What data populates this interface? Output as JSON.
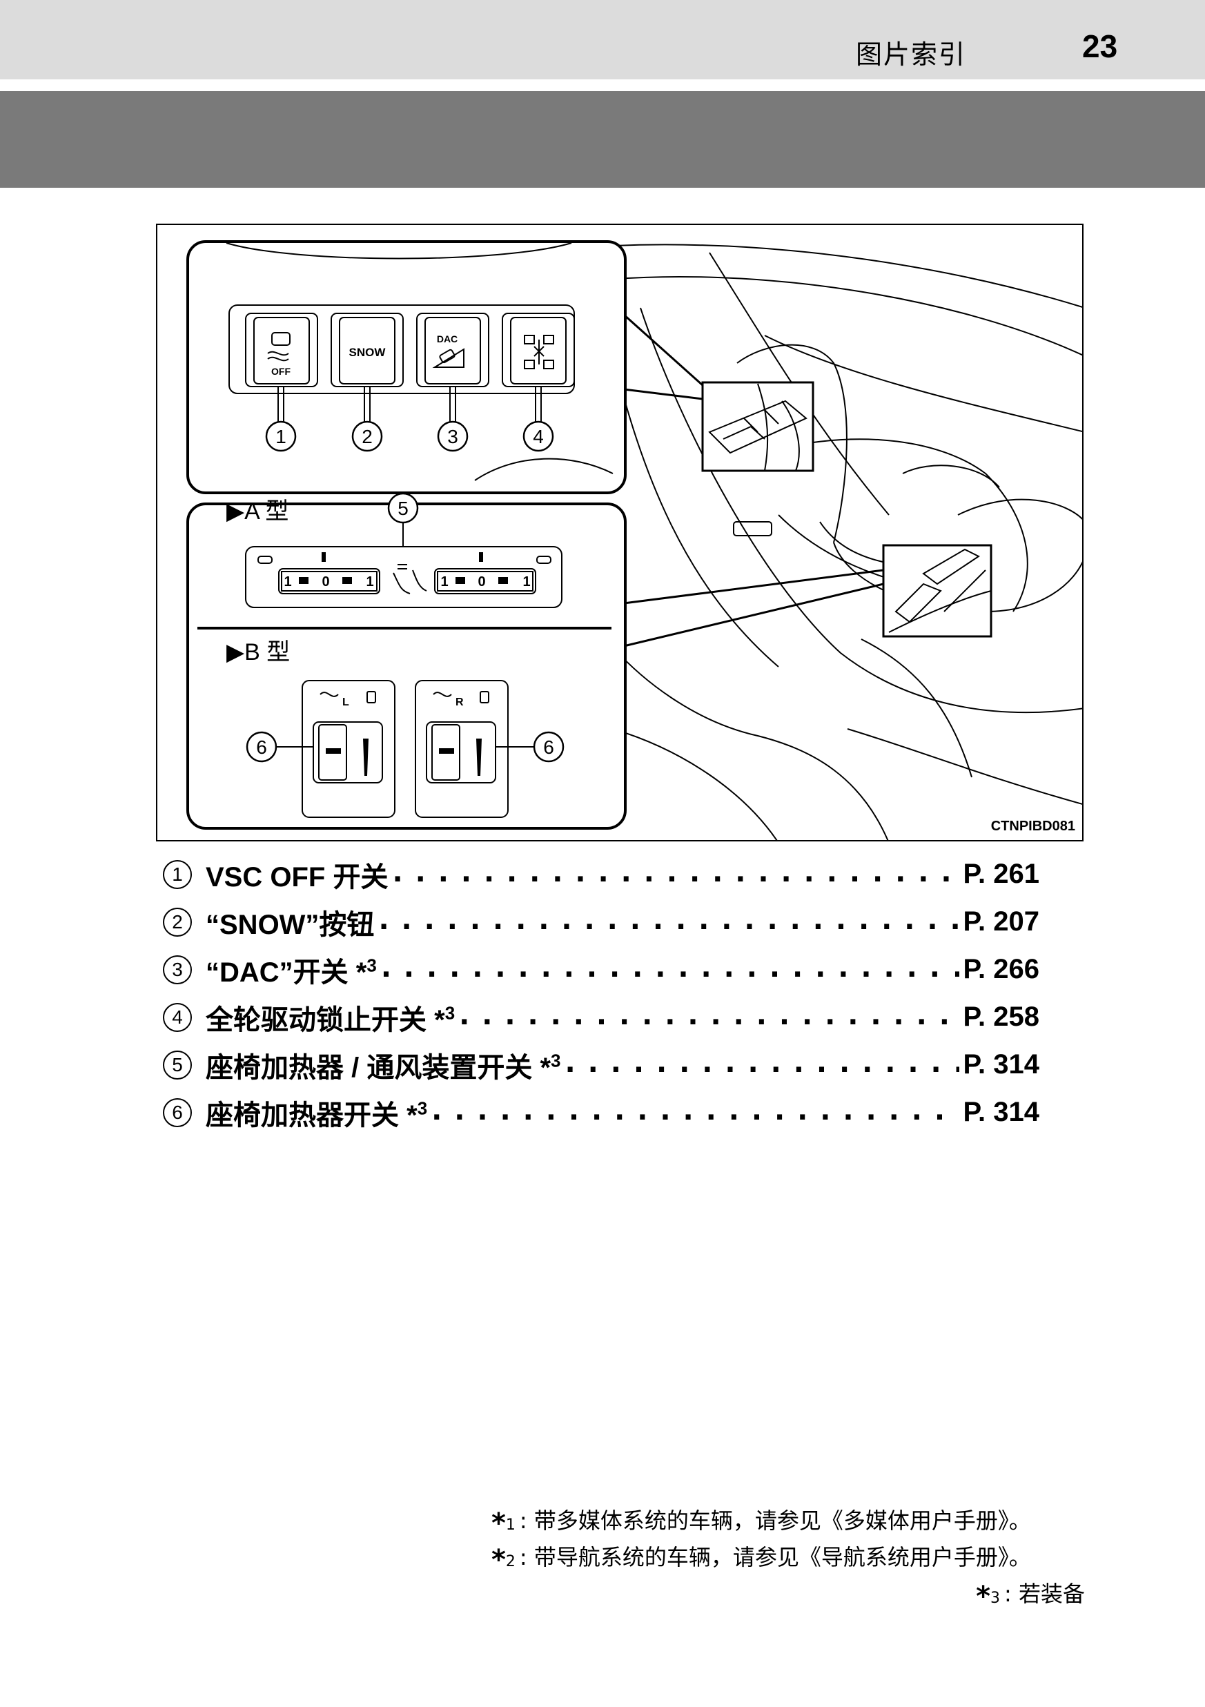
{
  "header": {
    "section_title": "图片索引",
    "page_number": "23"
  },
  "figure": {
    "labels": [
      "1",
      "2",
      "3",
      "4",
      "5",
      "6"
    ],
    "type_a": "▶A 型",
    "type_b": "▶B 型",
    "buttons": [
      "OFF",
      "SNOW",
      "DAC"
    ],
    "switch_a_text": [
      "1",
      "0",
      "1"
    ],
    "seat_letters": [
      "L",
      "R"
    ],
    "code": "CTNPIBD081"
  },
  "index": [
    {
      "num": "1",
      "label": "VSC OFF 开关",
      "sup": "",
      "page": "P. 261"
    },
    {
      "num": "2",
      "label": "“SNOW”按钮",
      "sup": "",
      "page": "P. 207"
    },
    {
      "num": "3",
      "label": "“DAC”开关 *",
      "sup": "3",
      "page": "P. 266"
    },
    {
      "num": "4",
      "label": "全轮驱动锁止开关 *",
      "sup": "3",
      "page": "P. 258"
    },
    {
      "num": "5",
      "label": "座椅加热器 / 通风装置开关 *",
      "sup": "3",
      "page": "P. 314"
    },
    {
      "num": "6",
      "label": "座椅加热器开关 *",
      "sup": "3",
      "page": "P. 314"
    }
  ],
  "footnotes": [
    {
      "mark": "*",
      "num": "1",
      "text": ": 带多媒体系统的车辆，请参见《多媒体用户手册》。"
    },
    {
      "mark": "*",
      "num": "2",
      "text": ": 带导航系统的车辆，请参见《导航系统用户手册》。"
    },
    {
      "mark": "*",
      "num": "3",
      "text": ": 若装备"
    }
  ]
}
